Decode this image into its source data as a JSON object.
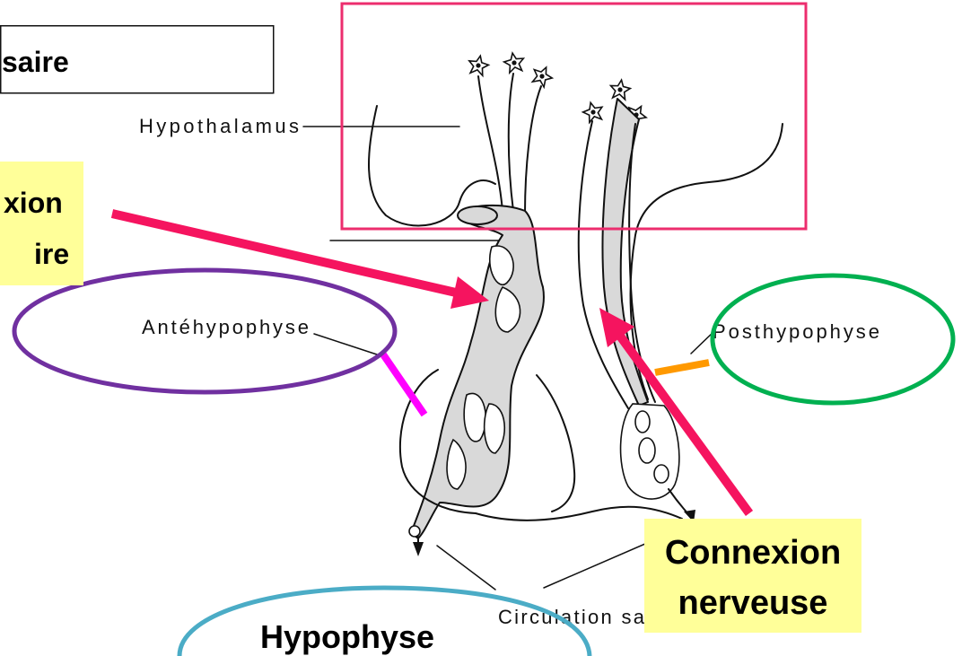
{
  "top_box": {
    "text": "saire"
  },
  "labels": {
    "hypothalamus": "Hypothalamus",
    "antehypophyse": "Antéhypophyse",
    "posthypophyse": "Posthypophyse",
    "circulation": "Circulation sa"
  },
  "callouts": {
    "left": {
      "line1": "xion",
      "line2": "ire"
    },
    "right": {
      "line1": "Connexion",
      "line2": "nerveuse"
    },
    "bottom": {
      "text": "Hypophyse"
    }
  },
  "colors": {
    "frame": "#ec2d6e",
    "arrow": "#f5145f",
    "highlight": "#ffff99",
    "purple": "#7030a0",
    "green": "#00b050",
    "teal": "#4bacc6",
    "magenta": "#ff00ff",
    "orange": "#ff9900"
  }
}
